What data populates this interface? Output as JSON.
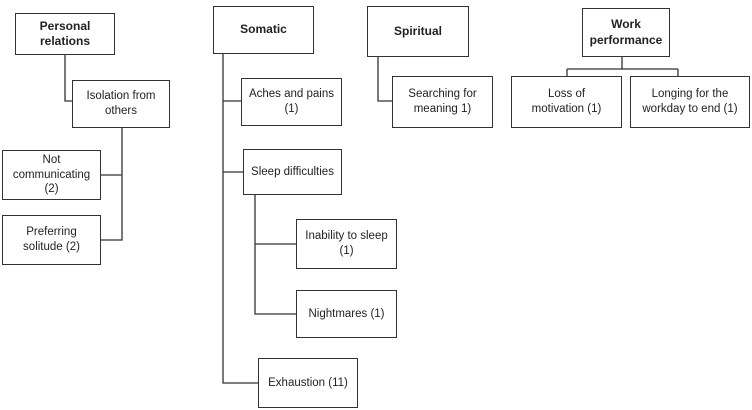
{
  "nodes": {
    "personal": "Personal\nrelations",
    "isolation": "Isolation from\nothers",
    "not_comm": "Not\ncommunicating\n(2)",
    "solitude": "Preferring\nsolitude (2)",
    "somatic": "Somatic",
    "aches": "Aches and pains\n(1)",
    "sleep": "Sleep difficulties",
    "inability": "Inability to sleep\n(1)",
    "nightmares": "Nightmares (1)",
    "exhaustion": "Exhaustion (11)",
    "spiritual": "Spiritual",
    "meaning": "Searching for\nmeaning 1)",
    "work": "Work\nperformance",
    "motivation": "Loss of\nmotivation (1)",
    "longing": "Longing for the\nworkday to end (1)"
  },
  "colors": {
    "border": "#333333",
    "line": "#333333",
    "background": "#ffffff",
    "text": "#222222"
  }
}
